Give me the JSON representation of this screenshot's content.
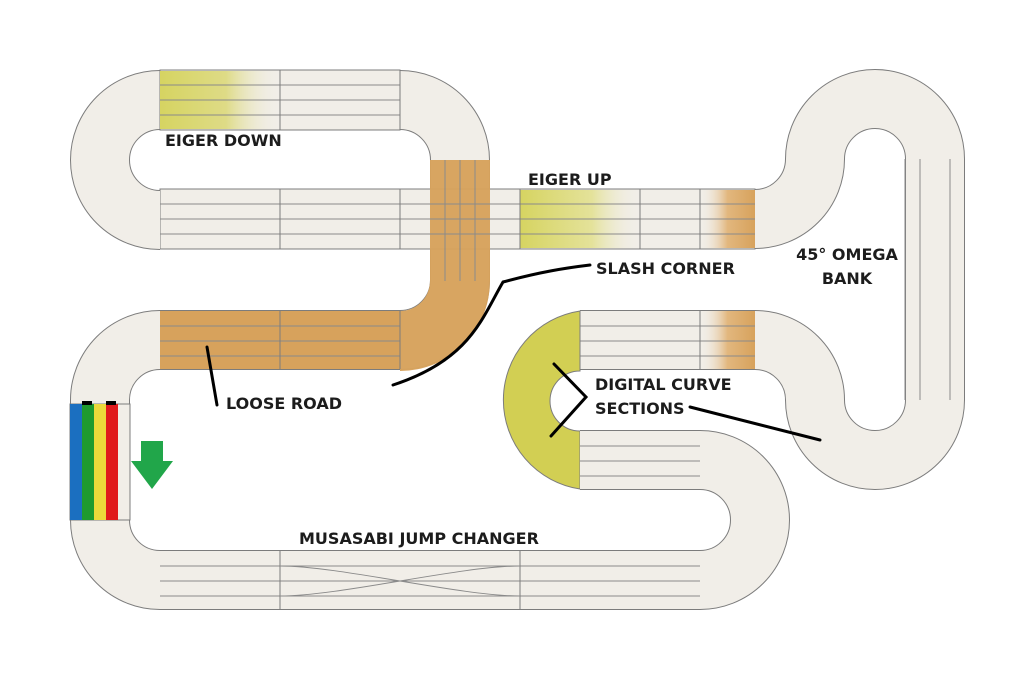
{
  "labels": {
    "eiger_down": "EIGER DOWN",
    "eiger_up": "EIGER UP",
    "slash_corner": "SLASH CORNER",
    "omega_bank_line1": "45° OMEGA",
    "omega_bank_line2": "BANK",
    "loose_road": "LOOSE ROAD",
    "digital_curve_line1": "DIGITAL CURVE",
    "digital_curve_line2": "SECTIONS",
    "musasabi": "MUSASABI JUMP CHANGER"
  },
  "lanes": 4,
  "lane_colors": [
    "#1b6fc0",
    "#1f9a2e",
    "#ecd93a",
    "#e0191b"
  ],
  "colors": {
    "track_fill": "#f1eee8",
    "track_line": "#7c7c7c",
    "loose_road": "#d7a25c",
    "eiger": "#d6d461",
    "digital_curve": "#d2cf53",
    "start_arrow": "#21a64a",
    "callout_line": "#000000"
  },
  "icons": {
    "start": "down-arrow-icon"
  }
}
